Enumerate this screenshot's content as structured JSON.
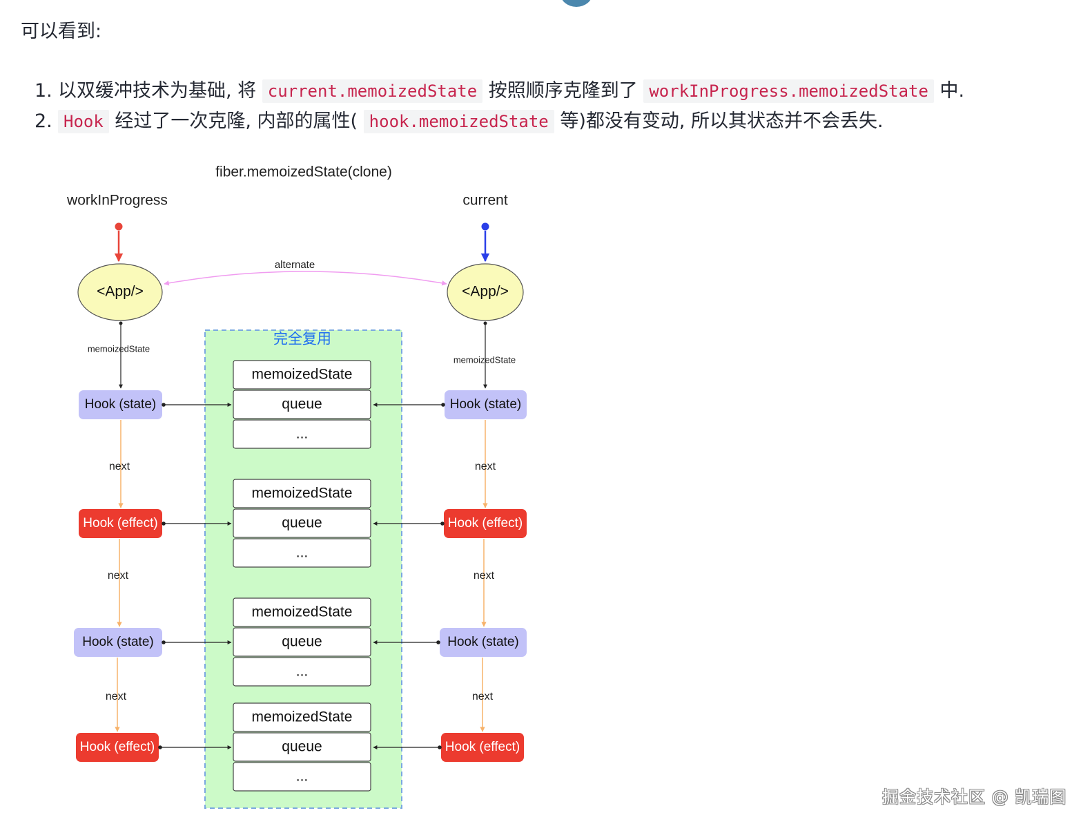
{
  "intro": "可以看到:",
  "points": [
    {
      "num": "1.",
      "t1": "以双缓冲技术为基础, 将 ",
      "c1": "current.memoizedState",
      "t2": " 按照顺序克隆到了 ",
      "c2": "workInProgress.memoizedState",
      "t3": " 中."
    },
    {
      "num": "2.",
      "c1": "Hook",
      "t1": " 经过了一次克隆, 内部的属性( ",
      "c2": "hook.memoizedState",
      "t2": " 等)都没有变动, 所以其状态并不会丢失."
    }
  ],
  "diagram": {
    "title": "fiber.memoizedState(clone)",
    "left_root": "workInProgress",
    "right_root": "current",
    "app_label": "<App/>",
    "alternate_label": "alternate",
    "memoized_label": "memoizedState",
    "reuse_title": "完全复用",
    "next_label": "next",
    "left_hooks": [
      "Hook (state)",
      "Hook (effect)",
      "Hook (state)",
      "Hook (effect)"
    ],
    "right_hooks": [
      "Hook (state)",
      "Hook (effect)",
      "Hook (state)",
      "Hook (effect)"
    ],
    "hook_types": [
      "state",
      "effect",
      "state",
      "effect"
    ],
    "stack_cells": [
      "memoizedState",
      "queue",
      "..."
    ],
    "colors": {
      "state_fill": "#c2c2f8",
      "effect_fill": "#ec3b2f",
      "app_fill": "#fafaba",
      "reuse_fill": "#ccfac8",
      "left_arrow": "#e8453a",
      "right_arrow": "#2a3fe8",
      "alternate": "#f09cf0",
      "next": "#f7b26a",
      "reuse_title": "#1f6ff0"
    }
  },
  "watermark": "掘金技术社区 @ 凯瑞图"
}
